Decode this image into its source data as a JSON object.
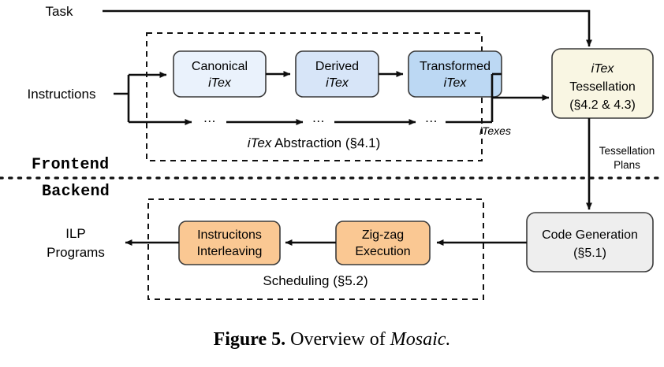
{
  "figure": {
    "caption_prefix": "Figure 5.",
    "caption_text": "Overview of",
    "caption_subject": "Mosaic."
  },
  "stages": {
    "frontend_label": "Frontend",
    "backend_label": "Backend"
  },
  "inputs": {
    "task_label": "Task",
    "instructions_label": "Instructions"
  },
  "outputs": {
    "ilp_line1": "ILP",
    "ilp_line2": "Programs"
  },
  "frontend": {
    "region_label_italic": "iTex",
    "region_label_rest": " Abstraction (§4.1)",
    "merge_label": "iTexes",
    "ellipsis": "...",
    "nodes": [
      {
        "line1": "Canonical",
        "line2": "iTex",
        "color": "#eaf2fc"
      },
      {
        "line1": "Derived",
        "line2": "iTex",
        "color": "#d7e5f8"
      },
      {
        "line1": "Transformed",
        "line2": "iTex",
        "color": "#bcd8f3"
      }
    ]
  },
  "tessellation": {
    "line1": "iTex",
    "line2": "Tessellation",
    "line3": "(§4.2 & 4.3)",
    "color": "#f9f6e3",
    "edge_label_line1": "Tessellation",
    "edge_label_line2": "Plans"
  },
  "backend": {
    "code_generation": {
      "line1": "Code Generation",
      "line2": "(§5.1)",
      "color": "#eeeeee"
    },
    "region_label": "Scheduling (§5.2)",
    "nodes": [
      {
        "line1": "Instrucitons",
        "line2": "Interleaving",
        "color": "#fac893"
      },
      {
        "line1": "Zig-zag",
        "line2": "Execution",
        "color": "#fac893"
      }
    ]
  },
  "colors": {
    "stroke": "#0d0d0d",
    "box_stroke": "#3a3a3a",
    "background": "#ffffff"
  }
}
